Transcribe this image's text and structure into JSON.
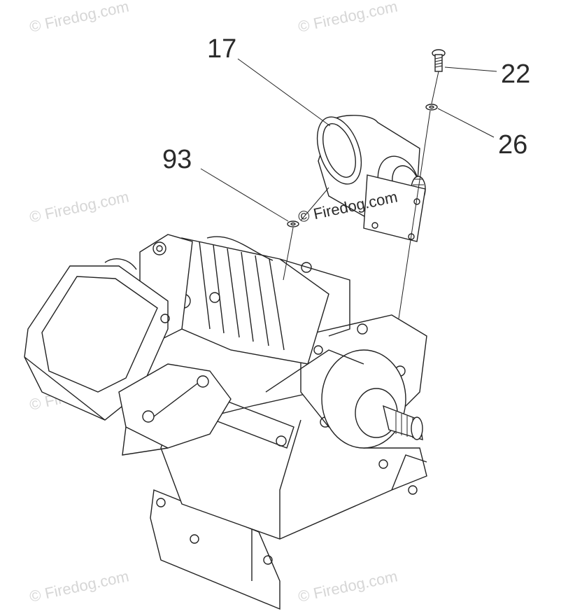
{
  "watermark": {
    "text": "© Firedog.com",
    "color": "#d0d0d0"
  },
  "callouts": [
    {
      "id": "17",
      "label": "17"
    },
    {
      "id": "22",
      "label": "22"
    },
    {
      "id": "26",
      "label": "26"
    },
    {
      "id": "93",
      "label": "93"
    }
  ],
  "line_color": "#222222"
}
